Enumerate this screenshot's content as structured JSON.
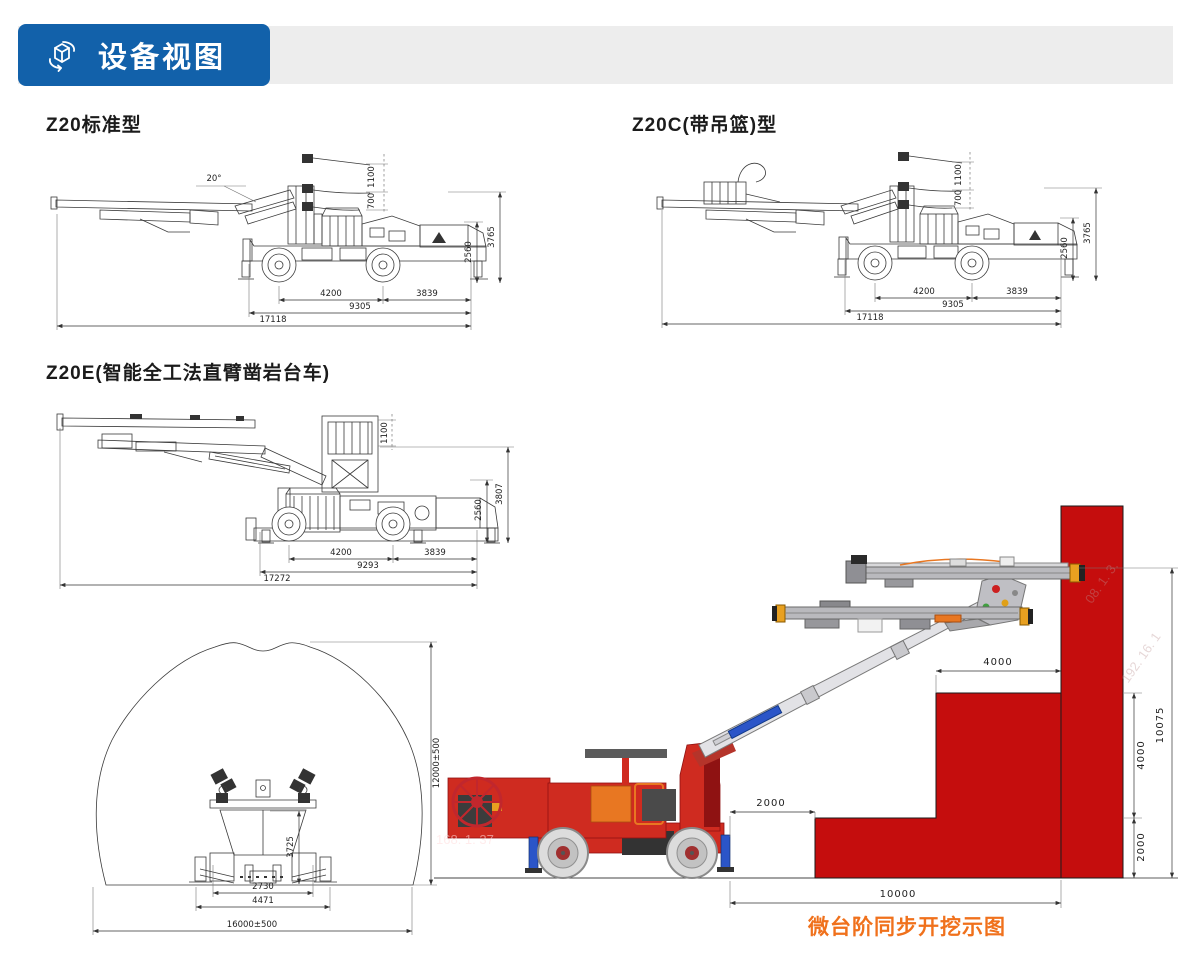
{
  "header": {
    "title": "设备视图",
    "icon": "rotating-cube-icon"
  },
  "sections": {
    "z20": {
      "title": "Z20标准型"
    },
    "z20c": {
      "title": "Z20C(带吊篮)型"
    },
    "z20e": {
      "title": "Z20E(智能全工法直臂凿岩台车)"
    }
  },
  "drawings": {
    "z20": {
      "angle": "20°",
      "d1100": "1100",
      "d700": "700",
      "d3765": "3765",
      "d2560": "2560",
      "d4200": "4200",
      "d3839": "3839",
      "d9305": "9305",
      "d17118": "17118"
    },
    "z20c": {
      "d1100": "1100",
      "d700": "700",
      "d3765": "3765",
      "d2560": "2560",
      "d4200": "4200",
      "d3839": "3839",
      "d9305": "9305",
      "d17118": "17118"
    },
    "z20e": {
      "d1100": "1100",
      "d3807": "3807",
      "d2560": "2560",
      "d4200": "4200",
      "d3839": "3839",
      "d9293": "9293",
      "d17272": "17272"
    },
    "tunnel": {
      "d12000": "12000±500",
      "d3725": "3725",
      "d2730": "2730",
      "d4471": "4471",
      "d16000": "16000±500"
    },
    "excavation": {
      "caption": "微台阶同步开挖示图",
      "d4000_top": "4000",
      "d2000_left": "2000",
      "d10000": "10000",
      "d10075": "10075",
      "d4000_right": "4000",
      "d2000_right": "2000"
    }
  },
  "watermarks": [
    {
      "text": "168. 1. 37"
    },
    {
      "text": "08. 1. 3."
    },
    {
      "text": "192. 16. 1"
    }
  ],
  "colors": {
    "accent_blue": "#1261aa",
    "bench_red": "#c50d0d",
    "machine_red": "#cf2b20",
    "caption_orange": "#f0711c",
    "band_gray": "#ededed"
  }
}
